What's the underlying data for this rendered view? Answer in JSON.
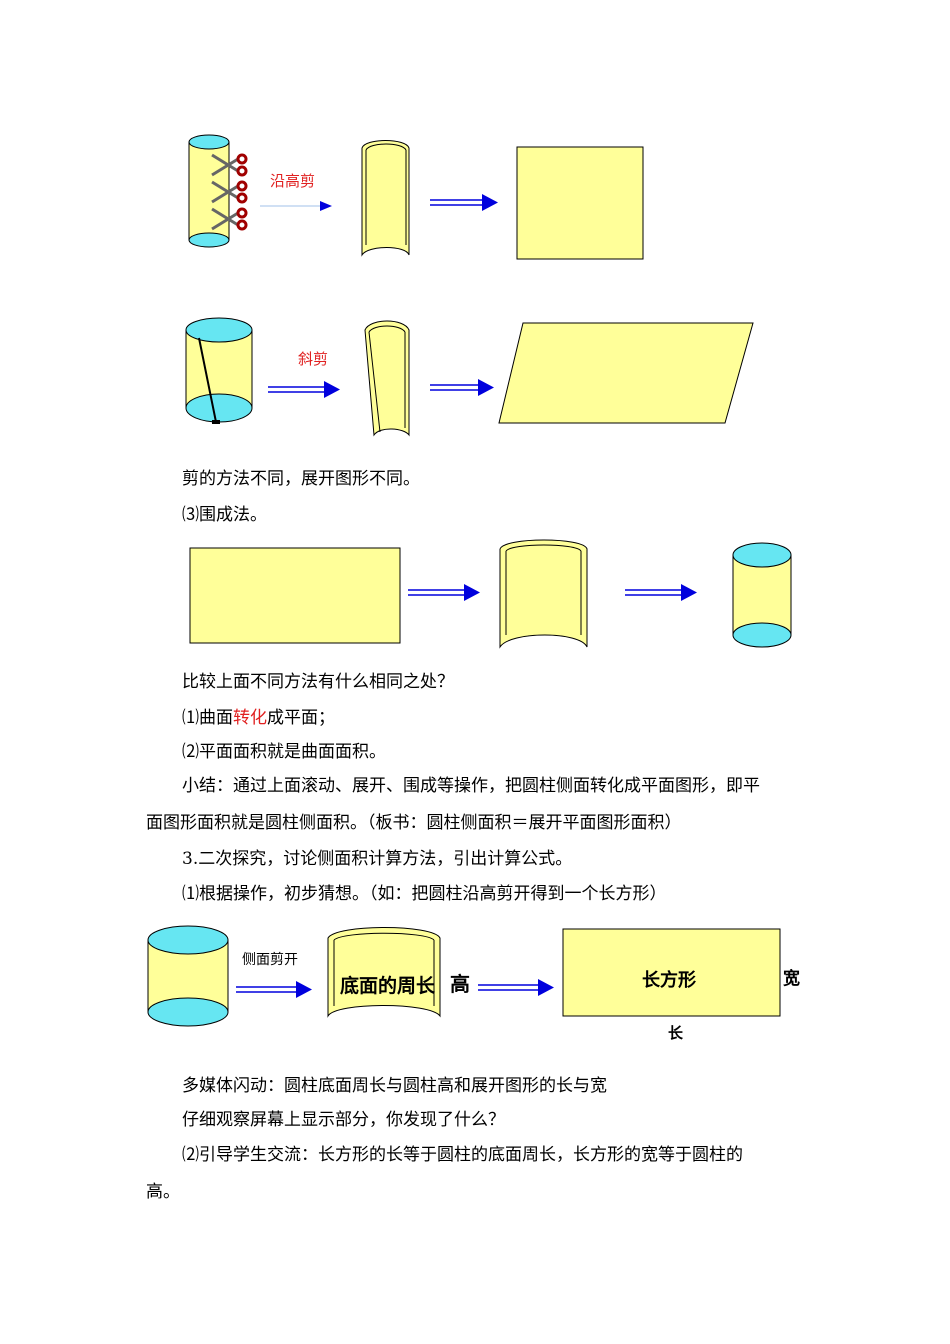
{
  "colors": {
    "paper_yellow": "#FFFF99",
    "cyan": "#66E6F2",
    "arrow_blue": "#0000DD",
    "red": "#E02020"
  },
  "figure1": {
    "label": "沿高剪",
    "icons": [
      "scissors-icon",
      "scissors-icon",
      "scissors-icon"
    ]
  },
  "figure2": {
    "label": "斜剪"
  },
  "text": {
    "p1": "剪的方法不同，展开图形不同。",
    "p2": "⑶围成法。",
    "p3": "比较上面不同方法有什么相同之处？",
    "p4_pre": "⑴曲面",
    "p4_red": "转化",
    "p4_post": "成平面；",
    "p5": "⑵平面面积就是曲面面积。",
    "p6_line1": "小结：通过上面滚动、展开、围成等操作，把圆柱侧面转化成平面图形，即平",
    "p6_line2": "面图形面积就是圆柱侧面积。（板书：圆柱侧面积＝展开平面图形面积）",
    "p7": "3.二次探究，讨论侧面积计算方法，引出计算公式。",
    "p8": "⑴根据操作，初步猜想。（如：把圆柱沿高剪开得到一个长方形）",
    "p9": "多媒体闪动：圆柱底面周长与圆柱高和展开图形的长与宽",
    "p10": "仔细观察屏幕上显示部分，你发现了什么？",
    "p11_line1": "⑵引导学生交流：长方形的长等于圆柱的底面周长，长方形的宽等于圆柱的",
    "p11_line2": "高。"
  },
  "figure4": {
    "arrow_label": "侧面剪开",
    "curved_label": "底面的周长",
    "height_label": "高",
    "rect_label": "长方形",
    "width_label": "宽",
    "length_label": "长"
  }
}
